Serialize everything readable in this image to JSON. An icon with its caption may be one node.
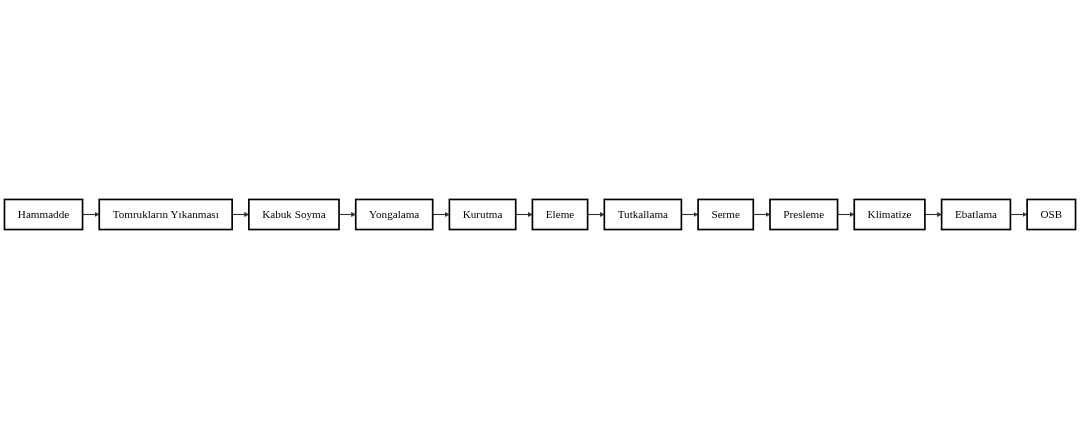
{
  "diagram": {
    "nodes": [
      {
        "text": [
          "Hammadde"
        ]
      },
      {
        "text": [
          "Tomrukların Yıkanması"
        ]
      },
      {
        "text": [
          "Kabuk Soyma"
        ]
      },
      {
        "text": [
          "Yongalama"
        ]
      },
      {
        "text": [
          "Kurutma"
        ]
      },
      {
        "text": [
          "Eleme"
        ]
      },
      {
        "text": [
          "Tutkallama"
        ]
      },
      {
        "text": [
          "Serme"
        ]
      },
      {
        "text": [
          "Presleme"
        ]
      },
      {
        "text": [
          "Klimatize"
        ]
      },
      {
        "text": [
          "Ebatlama"
        ]
      },
      {
        "text": [
          "OSB"
        ]
      }
    ],
    "edges": [
      {
        "from": 0,
        "to": 1,
        "arrow": "to"
      },
      {
        "from": 1,
        "to": 2,
        "arrow": "to"
      },
      {
        "from": 2,
        "to": 3,
        "arrow": "to"
      },
      {
        "from": 3,
        "to": 4,
        "arrow": "to"
      },
      {
        "from": 4,
        "to": 5,
        "arrow": "to"
      },
      {
        "from": 5,
        "to": 6,
        "arrow": "to"
      },
      {
        "from": 6,
        "to": 7,
        "arrow": "to"
      },
      {
        "from": 7,
        "to": 8,
        "arrow": "to"
      },
      {
        "from": 8,
        "to": 9,
        "arrow": "to"
      },
      {
        "from": 9,
        "to": 10,
        "arrow": "to"
      },
      {
        "from": 10,
        "to": 11,
        "arrow": "to"
      }
    ]
  }
}
